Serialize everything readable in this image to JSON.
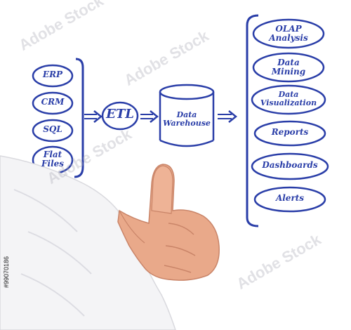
{
  "sources": [
    {
      "id": "erp",
      "label": "ERP"
    },
    {
      "id": "crm",
      "label": "CRM"
    },
    {
      "id": "sql",
      "label": "SQL"
    },
    {
      "id": "flat",
      "line1": "Flat",
      "line2": "Files"
    }
  ],
  "etl": {
    "label": "ETL"
  },
  "warehouse": {
    "line1": "Data",
    "line2": "Warehouse"
  },
  "outputs": [
    {
      "id": "olap",
      "line1": "OLAP",
      "line2": "Analysis"
    },
    {
      "id": "mining",
      "line1": "Data",
      "line2": "Mining"
    },
    {
      "id": "viz",
      "line1": "Data",
      "line2": "Visualization"
    },
    {
      "id": "reports",
      "label": "Reports"
    },
    {
      "id": "dashboards",
      "label": "Dashboards"
    },
    {
      "id": "alerts",
      "label": "Alerts"
    }
  ],
  "watermark": {
    "text": "Adobe Stock"
  },
  "stock_id": "#99070186",
  "colors": {
    "ink": "#2a3ea8",
    "skin": "#e9a98a",
    "sleeve": "#f4f4f6"
  }
}
